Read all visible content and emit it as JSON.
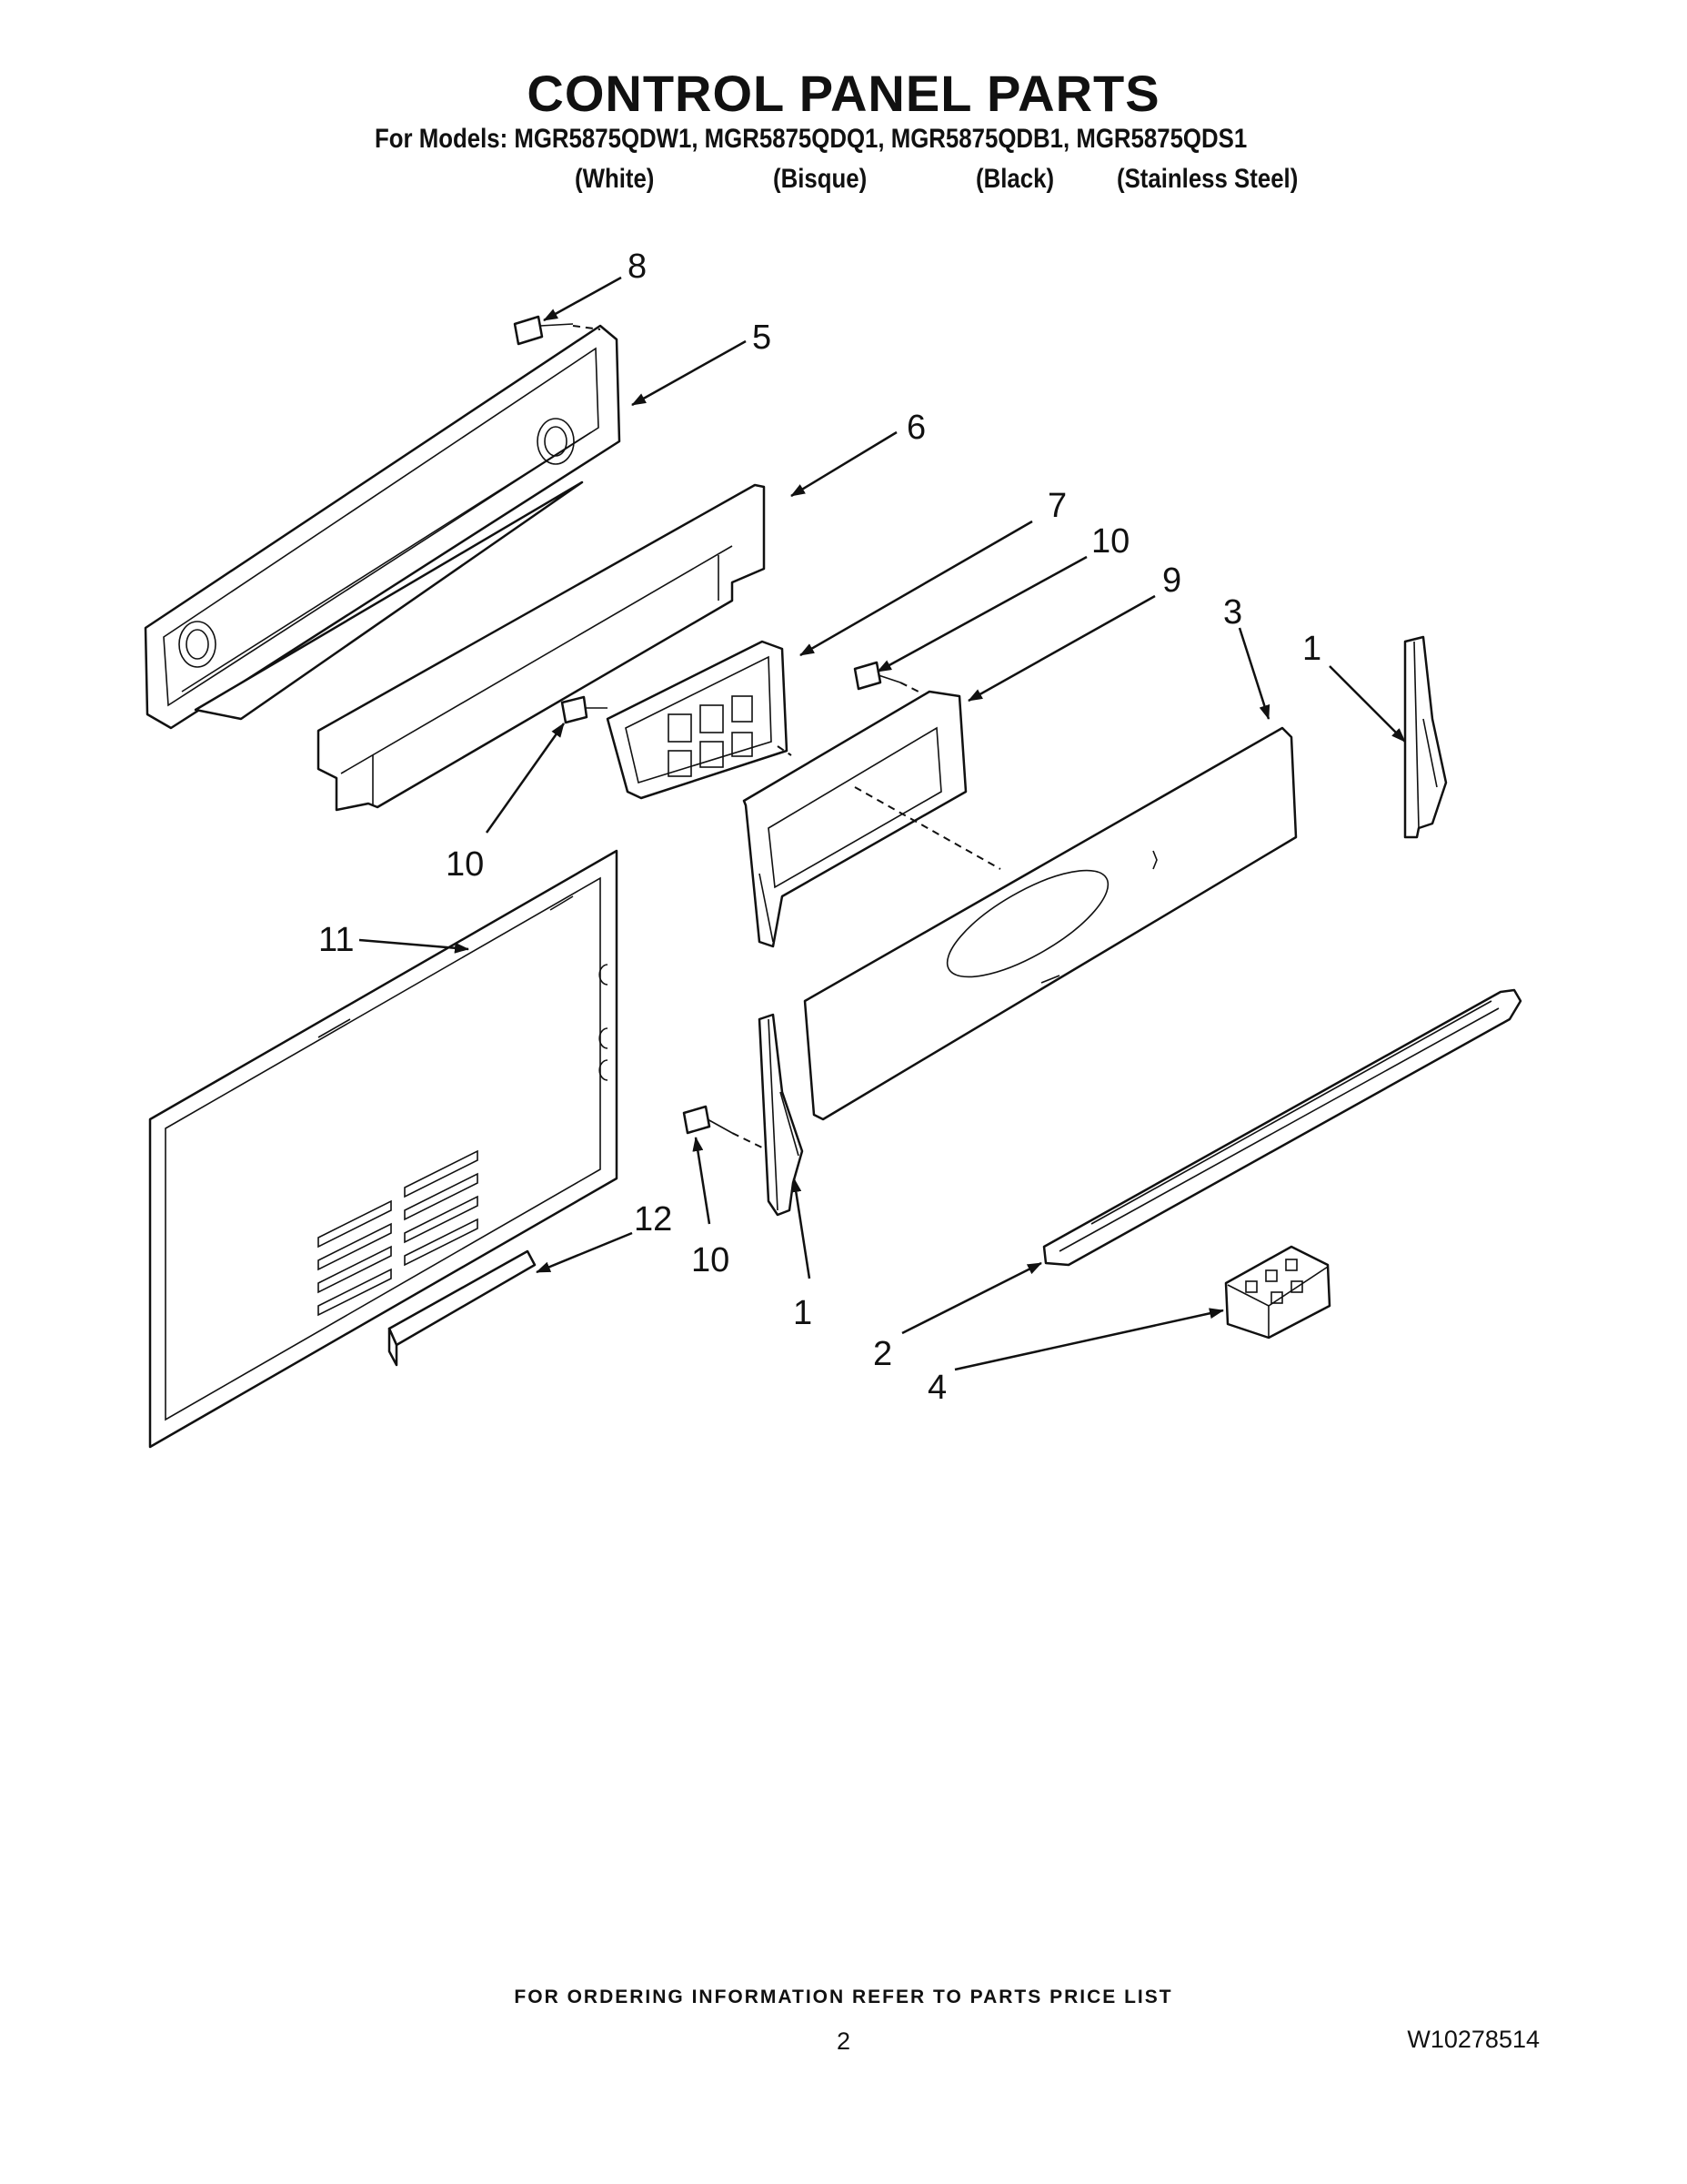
{
  "title": "CONTROL PANEL PARTS",
  "models_line": "For Models: MGR5875QDW1, MGR5875QDQ1, MGR5875QDB1, MGR5875QDS1",
  "finishes": [
    "(White)",
    "(Bisque)",
    "(Black)",
    "(Stainless Steel)"
  ],
  "callouts": {
    "c8": "8",
    "c5": "5",
    "c6": "6",
    "c7": "7",
    "c10a": "10",
    "c9": "9",
    "c3": "3",
    "c1a": "1",
    "c10b": "10",
    "c11": "11",
    "c12": "12",
    "c10c": "10",
    "c1b": "1",
    "c2": "2",
    "c4": "4"
  },
  "footer": {
    "ordering": "FOR ORDERING INFORMATION REFER TO PARTS PRICE LIST",
    "page": "2",
    "doc_number": "W10278514"
  }
}
